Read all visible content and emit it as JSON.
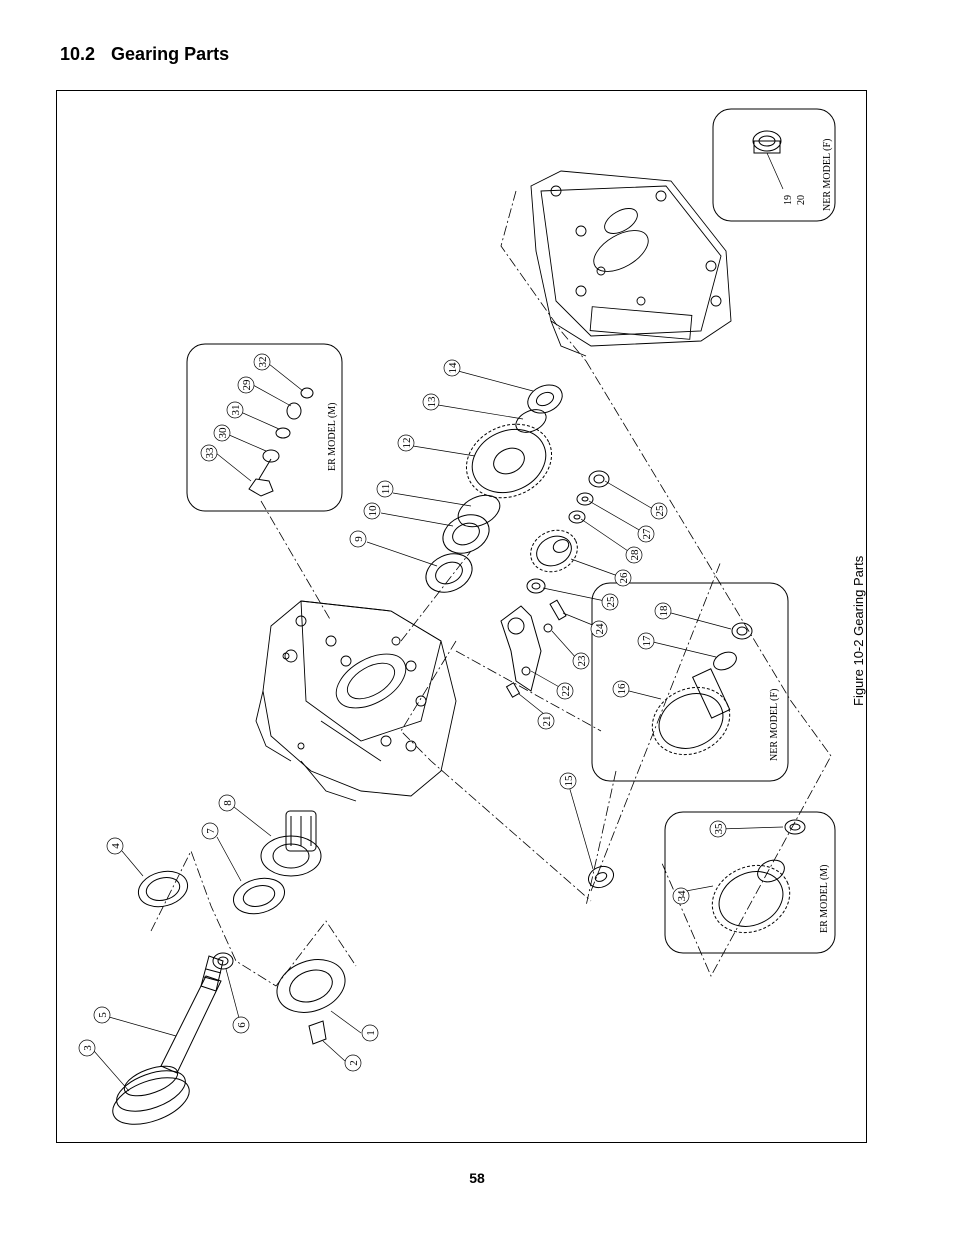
{
  "header": {
    "section_number": "10.2",
    "section_title": "Gearing Parts"
  },
  "figure": {
    "caption": "Figure 10-2  Gearing Parts",
    "insets": {
      "er_model_top": "ER MODEL (M)",
      "ner_model_top_right": "NER MODEL (F)",
      "ner_model_right": "NER MODEL (F)",
      "er_model_bottom_right": "ER MODEL (M)",
      "inset_part_labels": [
        "19",
        "20"
      ]
    },
    "callouts": [
      "1",
      "2",
      "3",
      "4",
      "5",
      "6",
      "7",
      "8",
      "9",
      "10",
      "11",
      "12",
      "13",
      "14",
      "15",
      "16",
      "17",
      "18",
      "21",
      "22",
      "23",
      "24",
      "25",
      "25",
      "26",
      "27",
      "28",
      "29",
      "30",
      "31",
      "32",
      "33",
      "34",
      "35"
    ]
  },
  "footer": {
    "page_number": "58"
  }
}
